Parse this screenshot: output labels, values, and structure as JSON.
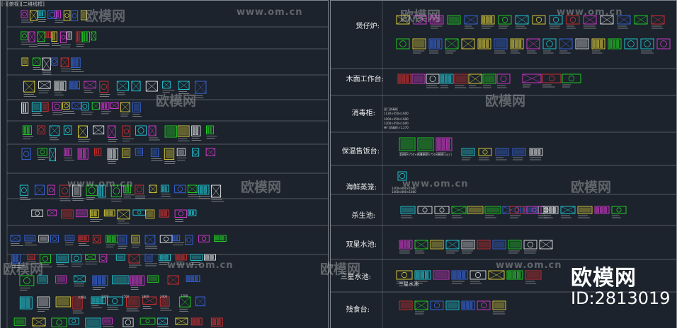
{
  "window": {
    "title": "[-][俯视][二维线框]"
  },
  "watermarks": {
    "om": "www.om.cn",
    "brand_cn": "欧模网"
  },
  "brand": {
    "name": "欧模网",
    "id": "ID:2813019"
  },
  "categories": [
    {
      "key": "baozai",
      "label": "煲仔炉:"
    },
    {
      "key": "mumian",
      "label": "木面工作台:"
    },
    {
      "key": "xiaodu",
      "label": "消毒柜:"
    },
    {
      "key": "baowen",
      "label": "保温售饭台:"
    },
    {
      "key": "haixian",
      "label": "海鲜蒸笼:"
    },
    {
      "key": "shasheng",
      "label": "杀生池:"
    },
    {
      "key": "shuangxing",
      "label": "双星水池:"
    },
    {
      "key": "sanxing",
      "label": "三星水池:"
    },
    {
      "key": "canshi",
      "label": "残食台:"
    }
  ],
  "spec_labels": {
    "xiaodu": [
      "双门消毒柜",
      "1130×450×1600",
      "1000×450×1600",
      "1200×450×1600",
      "单门消毒柜×1.270"
    ],
    "haixian": [
      "1200×800×1600",
      "1400×800×1600"
    ],
    "baowen": [
      "1500×750×800",
      "1800×750×800",
      "三门"
    ],
    "bottom_left": [
      "大锅灶",
      "1200",
      "1500",
      "1800",
      "2400",
      "1200"
    ],
    "sanxing_note": "三星水池"
  },
  "colors": {
    "background": "#1c232c",
    "green": "#22dd22",
    "cyan": "#22d4e0",
    "yellow": "#e8d83a",
    "magenta": "#e03ad8",
    "red": "#e03030",
    "white": "#e8e8e8",
    "blue": "#3a6ae8"
  }
}
